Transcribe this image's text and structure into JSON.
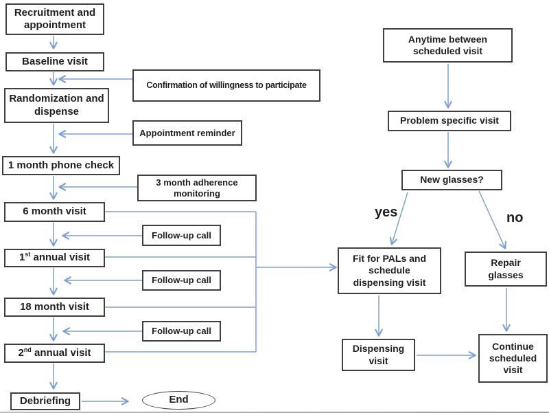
{
  "figure": {
    "type": "flowchart",
    "colors": {
      "arrow": "#7CA1D8",
      "box_border": "#3F3F3F",
      "text": "#1F1F1F",
      "background": "#FFFFFF"
    },
    "left_column": {
      "recruitment": "Recruitment and\nappointment",
      "baseline": "Baseline visit",
      "randomization": "Randomization and\ndispense",
      "phone_check": "1 month  phone check",
      "six_month": "6 month visit",
      "first_annual_num": "1",
      "first_annual_sup": "st",
      "first_annual_rest": " annual visit",
      "eighteen_month": "18 month visit",
      "second_annual_num": "2",
      "second_annual_sup": "nd",
      "second_annual_rest": " annual visit",
      "debriefing": "Debriefing",
      "end": "End"
    },
    "side_notes": {
      "confirmation": "Confirmation of willingness to participate",
      "appointment_reminder": "Appointment reminder",
      "adherence": "3 month adherence\nmonitoring",
      "followup_1": "Follow-up call",
      "followup_2": "Follow-up call",
      "followup_3": "Follow-up call"
    },
    "right_column": {
      "anytime": "Anytime between\nscheduled visit",
      "problem": "Problem specific visit",
      "new_glasses": "New glasses?",
      "yes_label": "yes",
      "no_label": "no",
      "fit_pals": "Fit for PALs and\nschedule\ndispensing visit",
      "repair": "Repair\nglasses",
      "dispensing": "Dispensing\nvisit",
      "continue": "Continue\nscheduled\nvisit"
    },
    "edges": [
      {
        "from": "Recruitment and appointment",
        "to": "Baseline visit"
      },
      {
        "from": "Baseline visit",
        "to": "Randomization and dispense"
      },
      {
        "from": "Confirmation of willingness to participate",
        "to": "Baseline visit -> Randomization arrow"
      },
      {
        "from": "Randomization and dispense",
        "to": "1 month phone check"
      },
      {
        "from": "Appointment reminder",
        "to": "Randomization -> 1 month phone check arrow"
      },
      {
        "from": "1 month phone check",
        "to": "6 month visit"
      },
      {
        "from": "3 month adherence monitoring",
        "to": "1 month phone check -> 6 month visit arrow"
      },
      {
        "from": "6 month visit",
        "to": "1st annual visit"
      },
      {
        "from": "Follow-up call",
        "to": "6 month visit -> 1st annual visit arrow"
      },
      {
        "from": "1st annual visit",
        "to": "18 month visit"
      },
      {
        "from": "Follow-up call",
        "to": "1st annual visit -> 18 month visit arrow"
      },
      {
        "from": "18 month visit",
        "to": "2nd annual visit"
      },
      {
        "from": "Follow-up call",
        "to": "18 month visit -> 2nd annual visit arrow"
      },
      {
        "from": "2nd annual visit",
        "to": "Debriefing"
      },
      {
        "from": "Debriefing",
        "to": "End"
      },
      {
        "from": "6 month visit / 1st annual visit / 18 month visit / 2nd annual visit",
        "to": "Fit for PALs and schedule dispensing visit"
      },
      {
        "from": "Anytime between scheduled visit",
        "to": "Problem specific visit"
      },
      {
        "from": "Problem specific visit",
        "to": "New glasses?"
      },
      {
        "from": "New glasses?",
        "to": "Fit for PALs and schedule dispensing visit",
        "label": "yes"
      },
      {
        "from": "New glasses?",
        "to": "Repair glasses",
        "label": "no"
      },
      {
        "from": "Fit for PALs and schedule dispensing visit",
        "to": "Dispensing visit"
      },
      {
        "from": "Repair glasses",
        "to": "Continue scheduled visit"
      },
      {
        "from": "Dispensing visit",
        "to": "Continue scheduled visit"
      }
    ]
  }
}
